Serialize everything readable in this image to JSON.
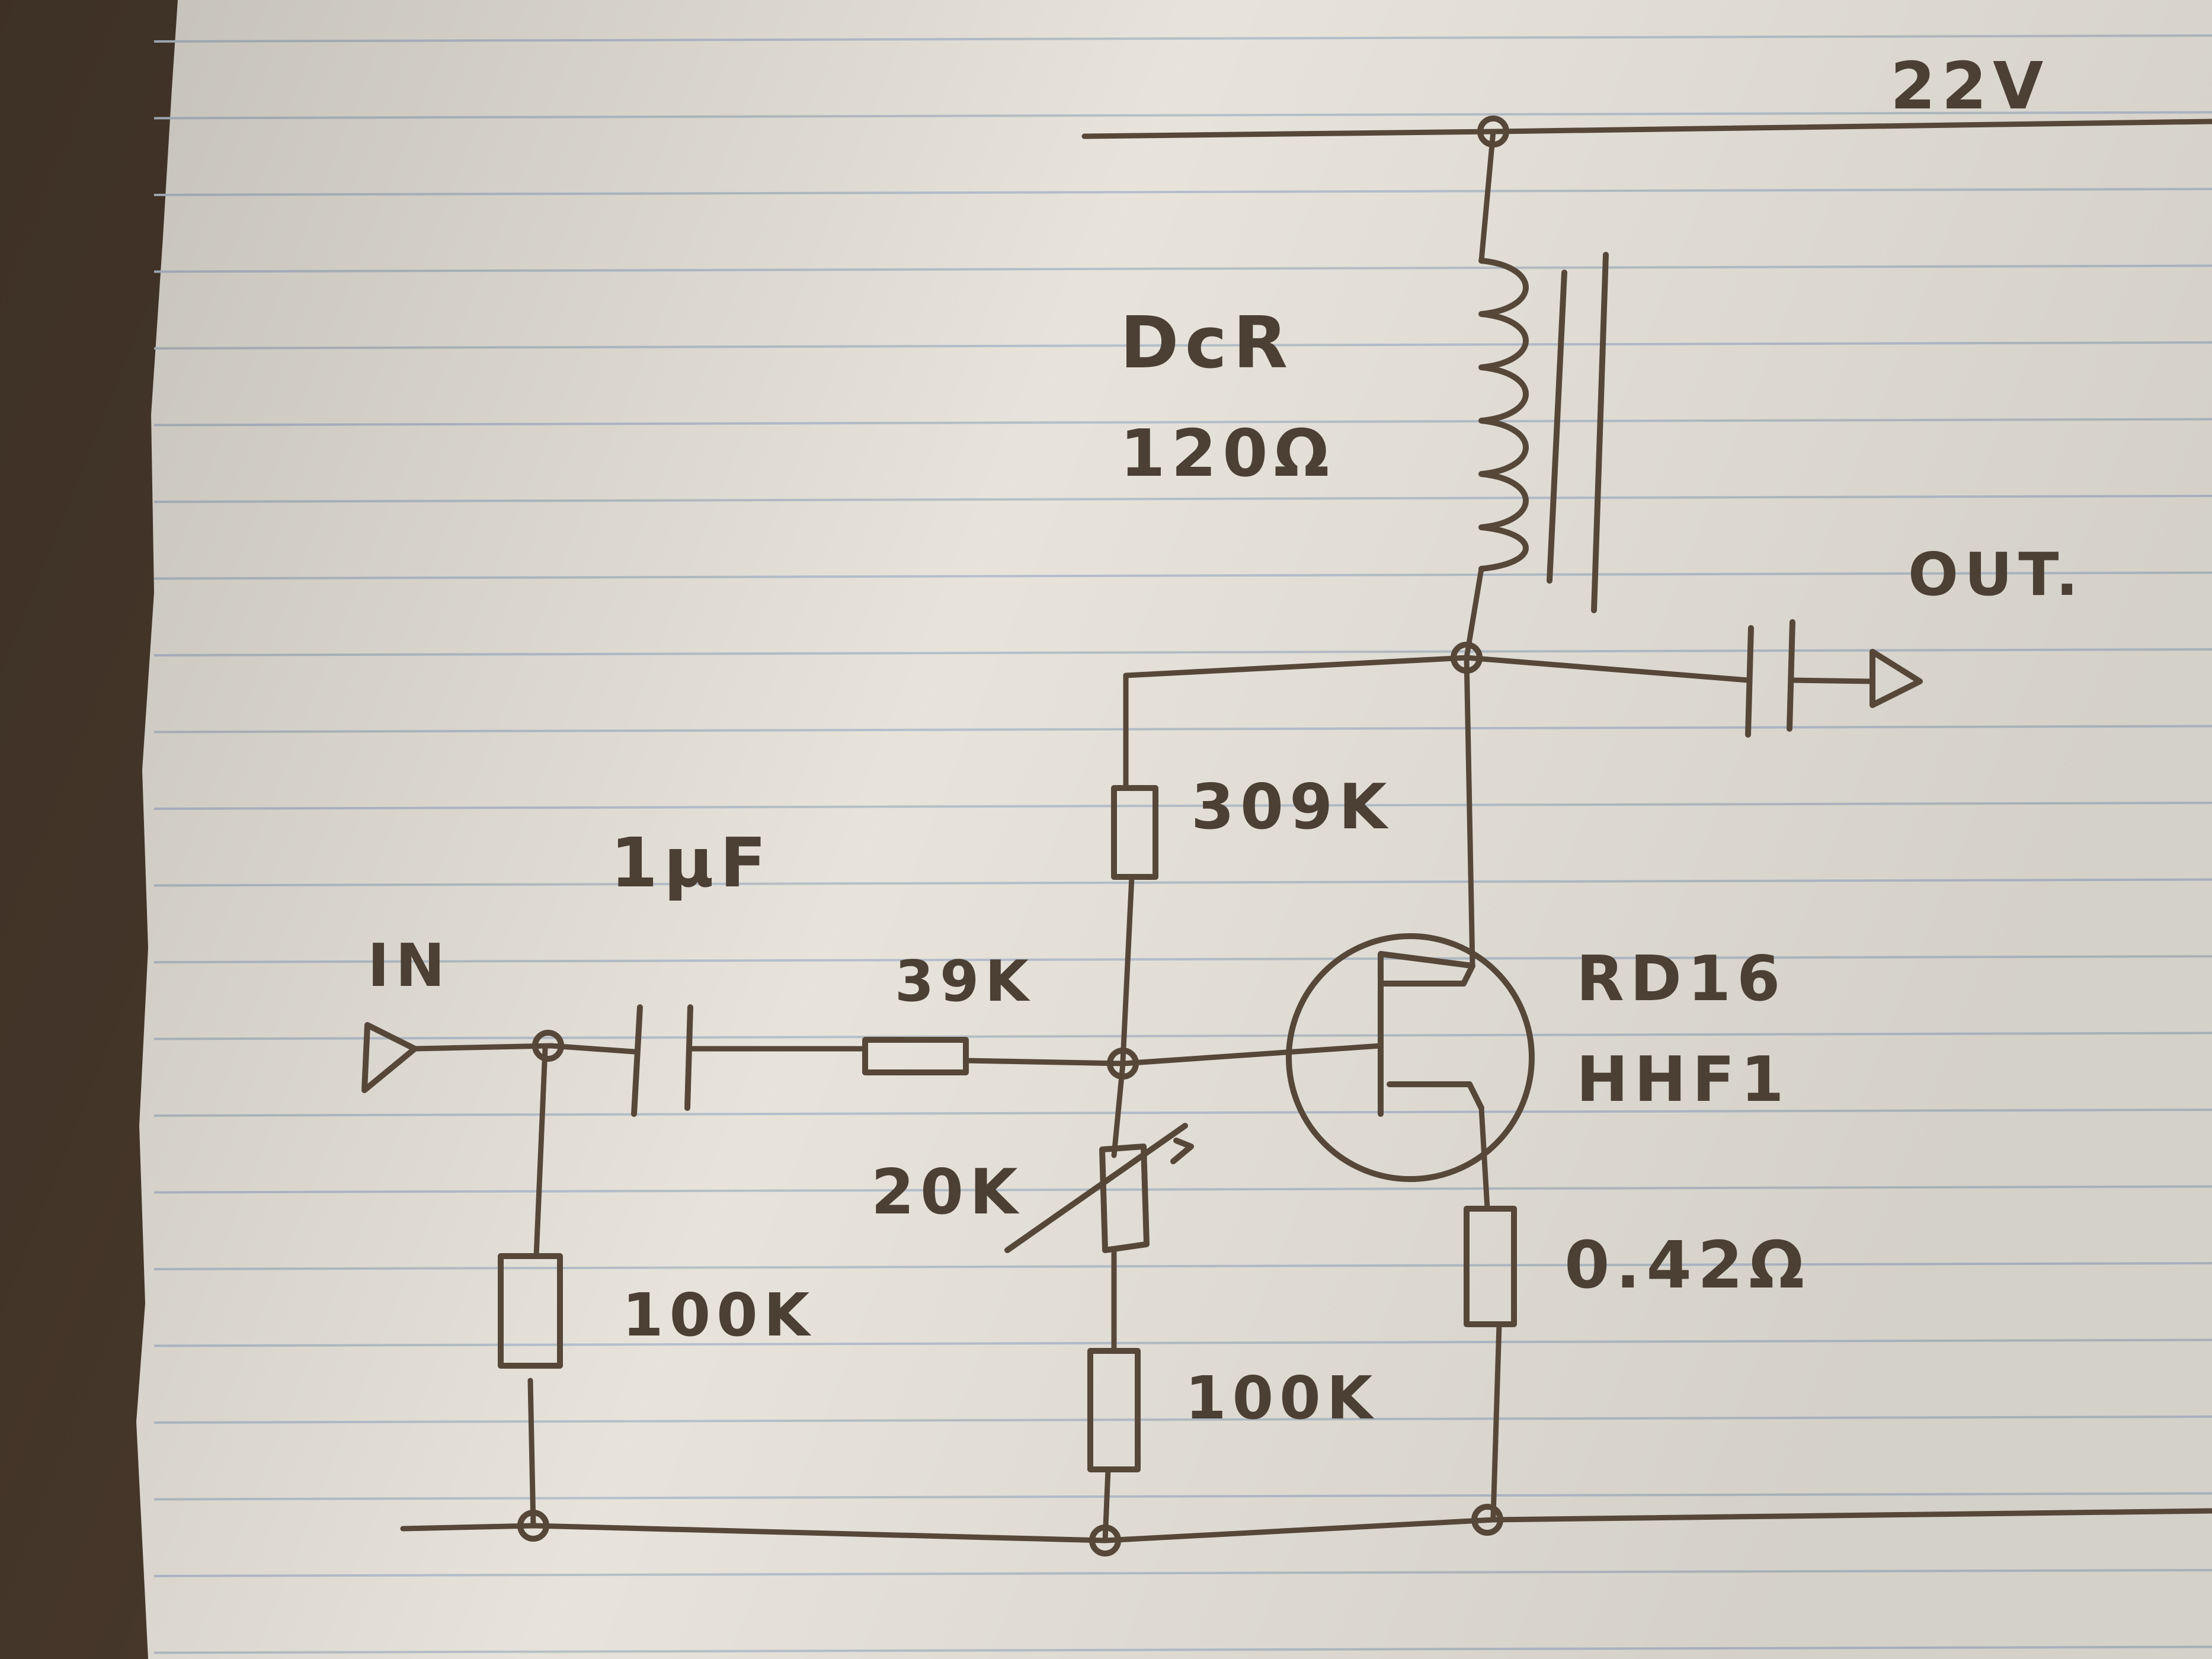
{
  "labels": {
    "supply": "22V",
    "dcr_title": "DcR",
    "dcr_value": "120Ω",
    "out": "OUT.",
    "r_top": "309K",
    "cap_in": "1μF",
    "in": "IN",
    "r_series": "39K",
    "mosfet_part": "RD16",
    "mosfet_suffix": "HHF1",
    "pot": "20K",
    "r_source": "0.42Ω",
    "r_in": "100K",
    "r_bottom": "100K"
  },
  "colors": {
    "paper": "#ece8df",
    "rule": "#b9c3cf",
    "margin_shadow": "#3b2d22",
    "ink": "#564739"
  }
}
